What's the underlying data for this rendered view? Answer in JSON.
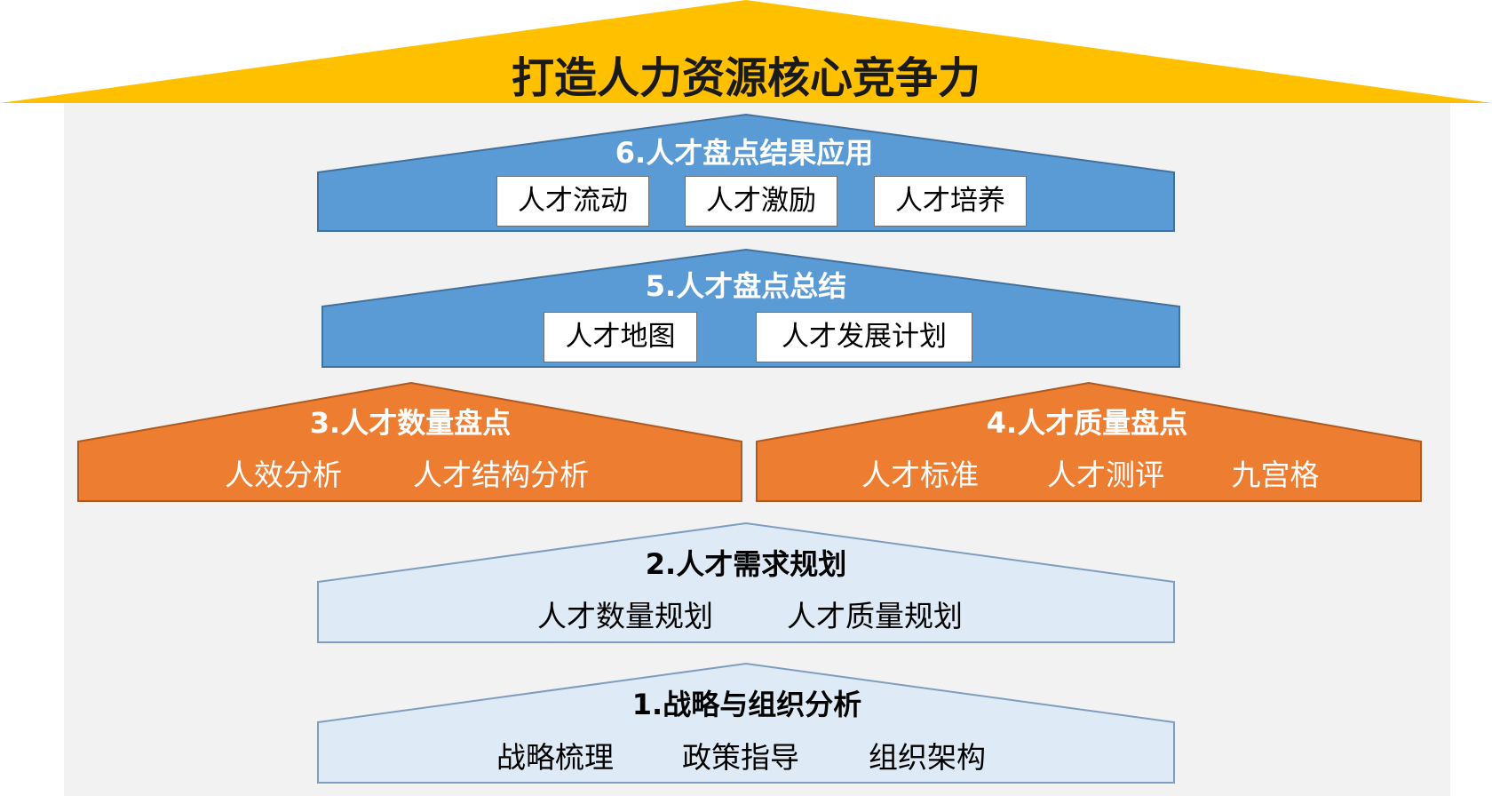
{
  "colors": {
    "roof": "#FFC000",
    "background": "#F2F2F2",
    "blue": "#5B9BD5",
    "orange": "#ED7D31",
    "light": "#DEEBF7",
    "outline_blue": "#41719C",
    "outline_orange": "#AE5A21",
    "outline_light": "#7F9DBF",
    "title_light": "#FFFFFF",
    "title_dark": "#000000"
  },
  "roof": {
    "title": "打造人力资源核心竞争力"
  },
  "level6": {
    "title": "6.人才盘点结果应用",
    "items": [
      "人才流动",
      "人才激励",
      "人才培养"
    ]
  },
  "level5": {
    "title": "5.人才盘点总结",
    "items": [
      "人才地图",
      "人才发展计划"
    ]
  },
  "level3": {
    "title": "3.人才数量盘点",
    "items": [
      "人效分析",
      "人才结构分析"
    ]
  },
  "level4": {
    "title": "4.人才质量盘点",
    "items": [
      "人才标准",
      "人才测评",
      "九宫格"
    ]
  },
  "level2": {
    "title": "2.人才需求规划",
    "items": [
      "人才数量规划",
      "人才质量规划"
    ]
  },
  "level1": {
    "title": "1.战略与组织分析",
    "items": [
      "战略梳理",
      "政策指导",
      "组织架构"
    ]
  }
}
